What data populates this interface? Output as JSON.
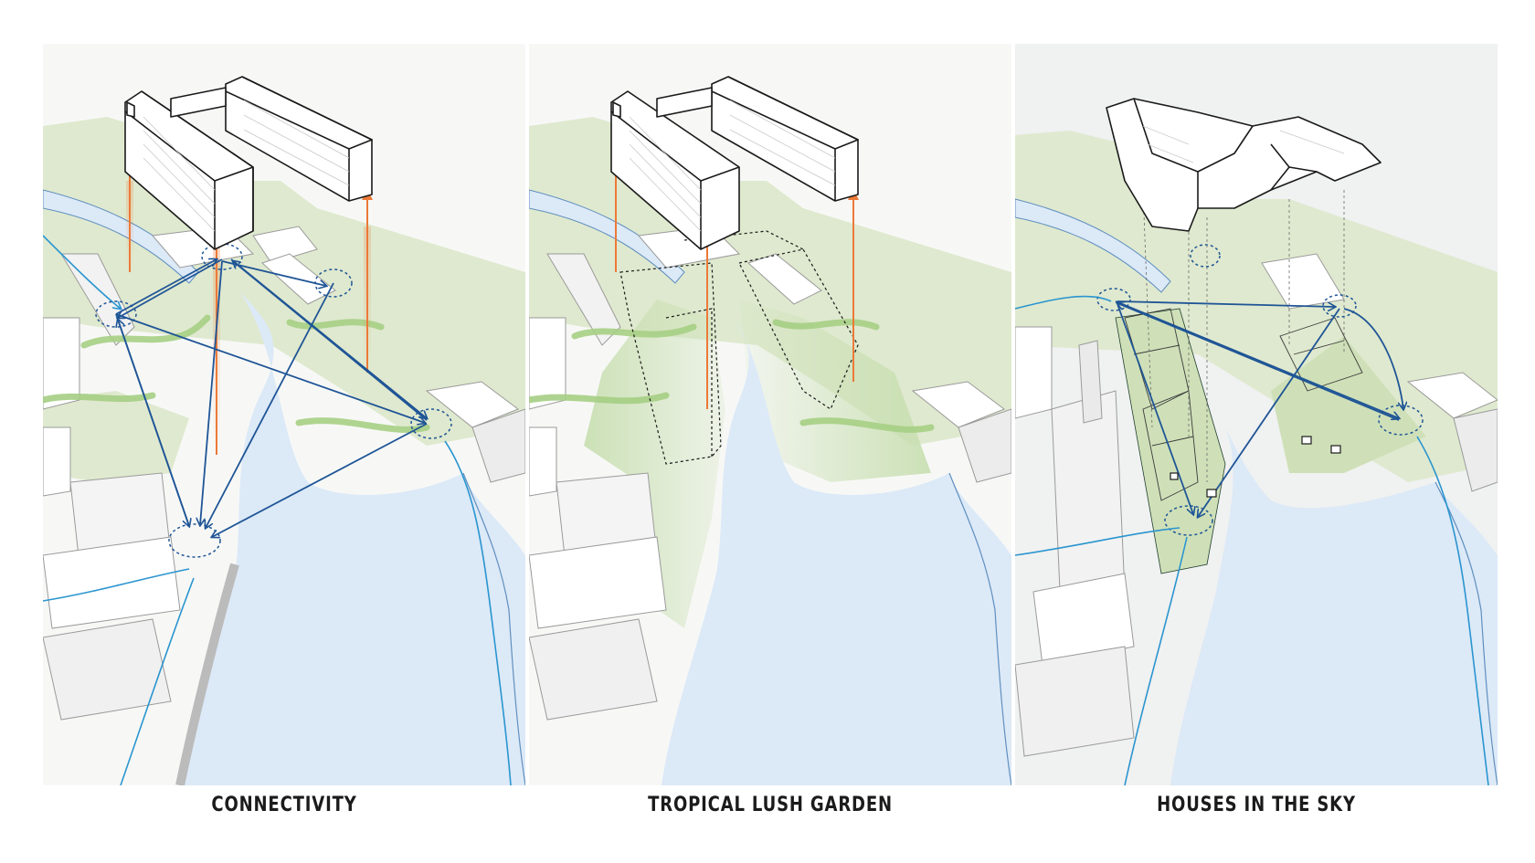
{
  "panels": [
    {
      "id": "connectivity",
      "caption": "CONNECTIVITY"
    },
    {
      "id": "tropical-lush-garden",
      "caption": "TROPICAL LUSH GARDEN"
    },
    {
      "id": "houses-in-the-sky",
      "caption": "HOUSES IN THE SKY"
    }
  ],
  "colors": {
    "water": "#dce9f7",
    "green": "#dfe9cf",
    "green_arrow": "#a6cf84",
    "blue_arrow": "#1f5596",
    "light_blue_path": "#2a95cf",
    "orange_arrow": "#ec7a38",
    "building_stroke": "#1a1a1a"
  }
}
